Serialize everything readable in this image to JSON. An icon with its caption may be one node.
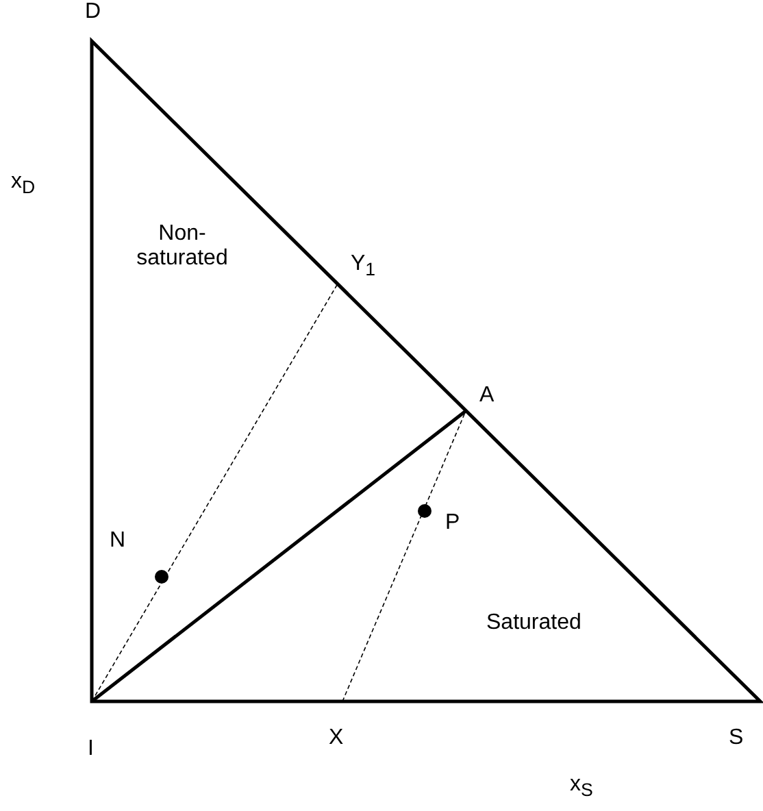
{
  "diagram": {
    "labels": [
      "D",
      "x$_{D}$",
      "Y$_{1}$",
      "Non-saturated",
      "A",
      "N",
      "P",
      "Saturated",
      "I",
      "X",
      "S",
      "x$_{S}$"
    ]
  }
}
